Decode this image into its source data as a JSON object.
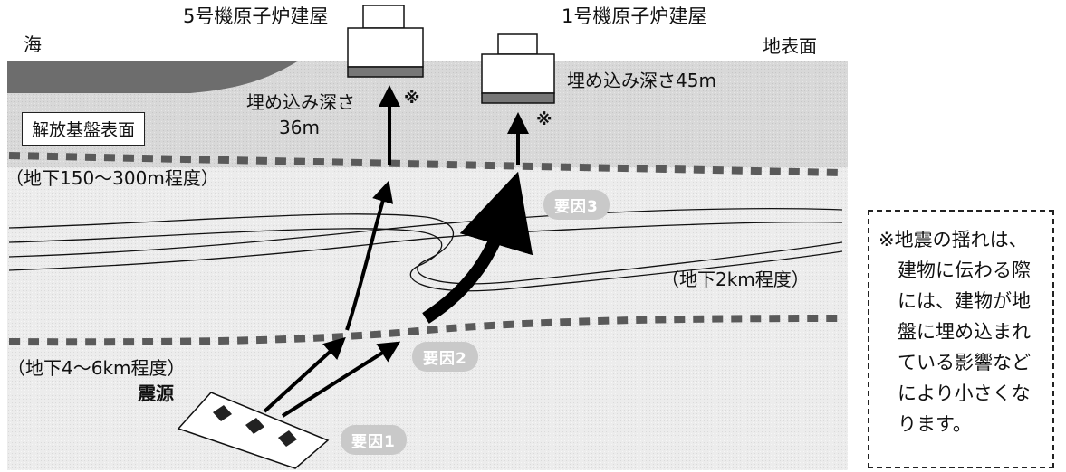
{
  "labels": {
    "unit5_building": "5号機原子炉建屋",
    "unit1_building": "1号機原子炉建屋",
    "sea": "海",
    "ground_surface": "地表面",
    "bedrock_surface": "解放基盤表面",
    "unit5_embed_line1": "埋め込み深さ",
    "unit5_embed_line2": "36m",
    "unit1_embed": "埋め込み深さ45m",
    "depth_shallow": "（地下150～300m程度）",
    "depth_mid": "（地下2km程度）",
    "depth_deep": "（地下4～6km程度）",
    "epicenter": "震源",
    "note_mark": "※"
  },
  "factors": {
    "factor1": "要因1",
    "factor2": "要因2",
    "factor3": "要因3"
  },
  "note": {
    "lines": [
      "※地震の揺れは、",
      "　建物に伝わる際",
      "　には、建物が地",
      "　盤に埋め込まれ",
      "　ている影響など",
      "　により小さくな",
      "　ります。"
    ]
  },
  "colors": {
    "ground": "#dcdcdc",
    "sea": "#6d6d6d",
    "dash": "#5a5a5a",
    "foundation": "#777777",
    "factor_bg": "#c9c9c9"
  }
}
